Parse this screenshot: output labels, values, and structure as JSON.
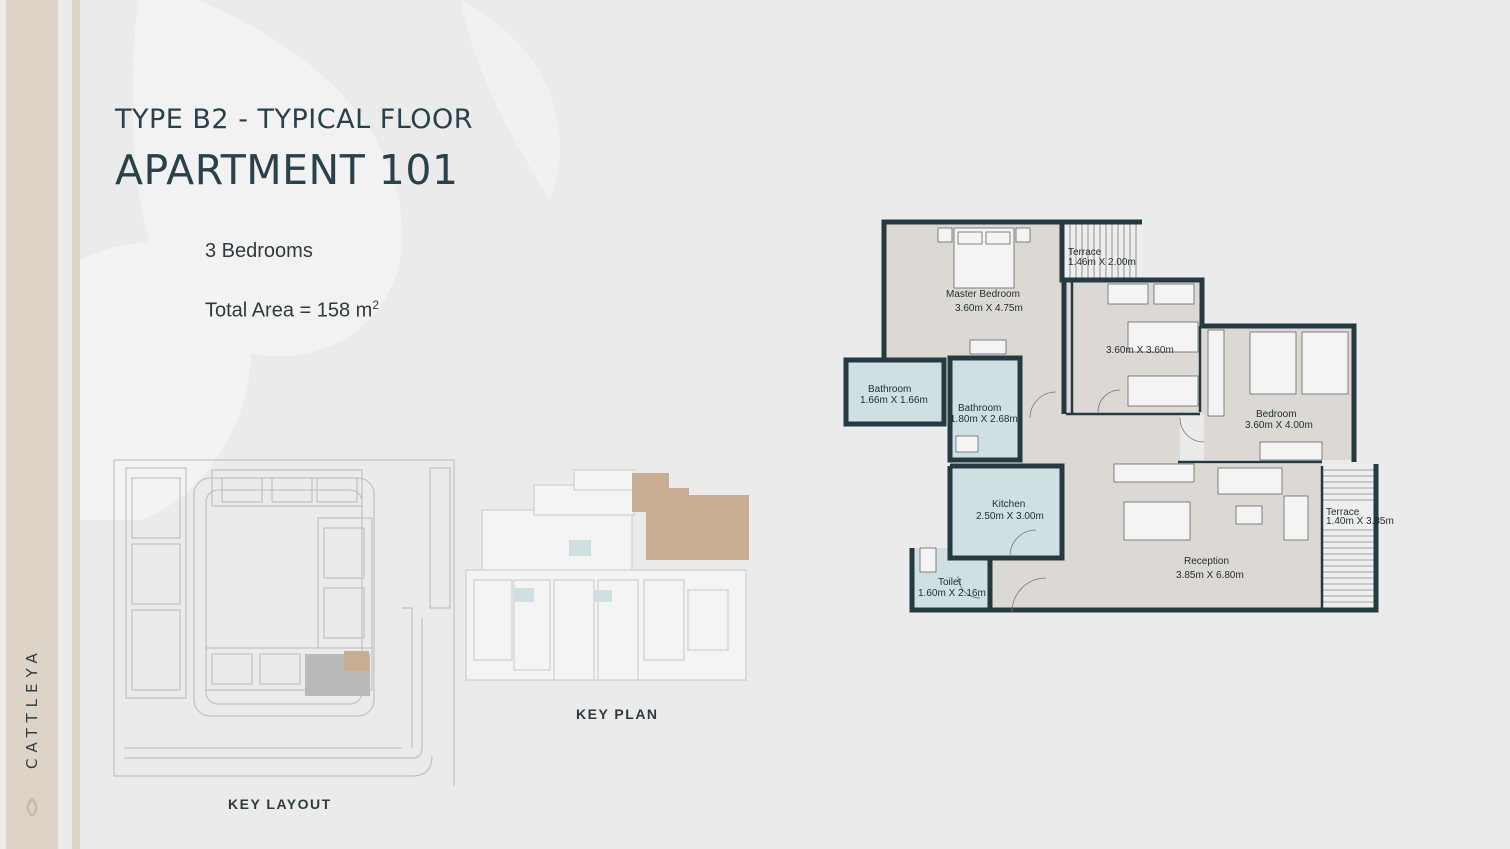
{
  "brand": "CATTLEYA",
  "heading": {
    "subtitle": "TYPE B2 - TYPICAL FLOOR",
    "title": "APARTMENT 101"
  },
  "info": {
    "bedrooms": "3 Bedrooms",
    "area_text": "Total Area = 158 m",
    "area_sup": "2"
  },
  "key_layout_label": "KEY   LAYOUT",
  "key_plan_label": "KEY   PLAN",
  "rooms": {
    "terrace_top_name": "Terrace",
    "terrace_top_dim": "1.46m X 2.00m",
    "master_name": "Master Bedroom",
    "master_dim": "3.60m X 4.75m",
    "bed2_dim": "3.60m X 3.60m",
    "bed3_name": "Bedroom",
    "bed3_dim": "3.60m X 4.00m",
    "bath1_name": "Bathroom",
    "bath1_dim": "1.66m X 1.66m",
    "bath2_name": "Bathroom",
    "bath2_dim": "1.80m X 2.68m",
    "kitchen_name": "Kitchen",
    "kitchen_dim": "2.50m X 3.00m",
    "toilet_name": "Toilet",
    "toilet_dim": "1.60m X 2.16m",
    "reception_name": "Reception",
    "reception_dim": "3.85m X 6.80m",
    "terrace_right_name": "Terrace",
    "terrace_right_dim": "1.40m X 3.85m"
  },
  "colors": {
    "wall": "#243a40",
    "floor": "#dcd9d5",
    "wet": "#cfe0e3",
    "highlight": "#c9ad92",
    "text_dark": "#28414a"
  }
}
